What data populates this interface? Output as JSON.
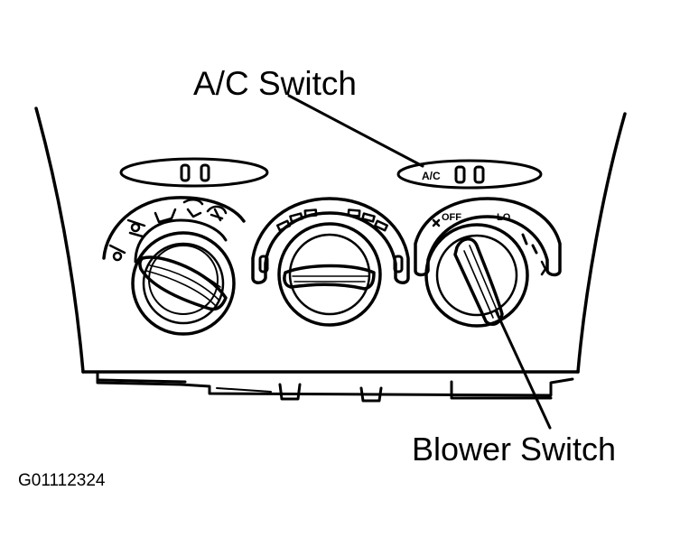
{
  "labels": {
    "ac_switch": "A/C Switch",
    "blower_switch": "Blower Switch",
    "figure_id": "G01112324"
  },
  "panel_markings": {
    "ac": "A/C",
    "off": "OFF",
    "lo": "LO"
  },
  "icons": [
    "face-vent-icon",
    "bilevel-vent-icon",
    "foot-vent-icon",
    "foot-defrost-icon",
    "defrost-icon",
    "fan-speed-icon",
    "recirculation-icon",
    "fresh-air-icon"
  ],
  "colors": {
    "ink": "#000000",
    "paper": "#ffffff"
  }
}
